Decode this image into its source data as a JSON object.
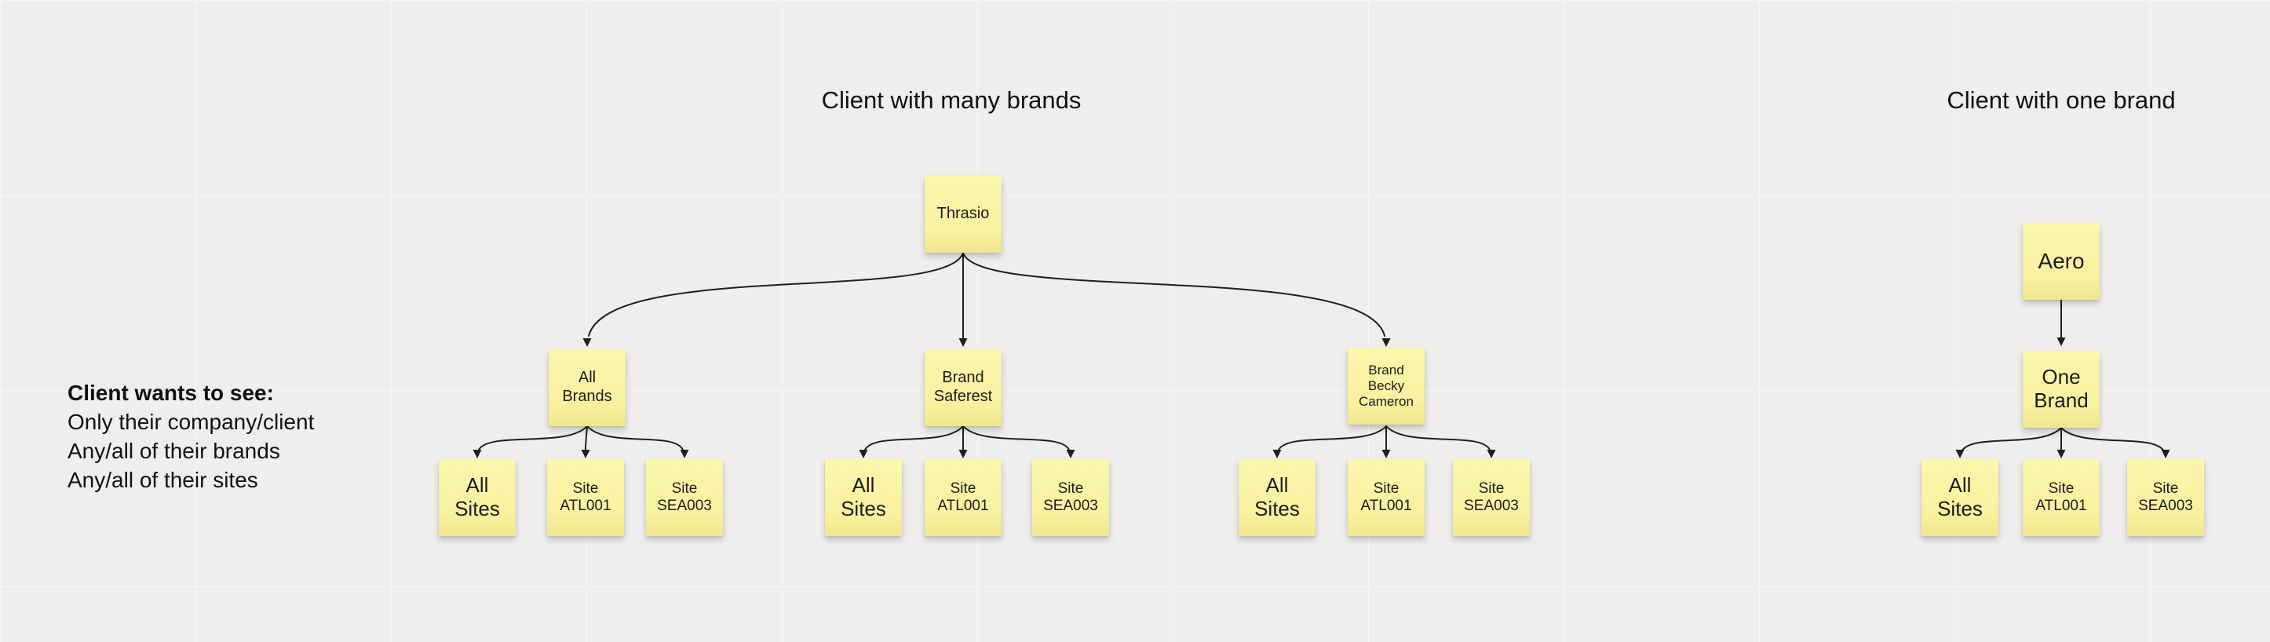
{
  "titles": {
    "many_brands": "Client with many brands",
    "one_brand": "Client with one brand"
  },
  "legend": {
    "heading": "Client wants to see:",
    "lines": [
      "Only their company/client",
      "Any/all of their brands",
      "Any/all of their sites"
    ]
  },
  "stickies": {
    "thrasio": "Thrasio",
    "all_brands": "All\nBrands",
    "brand_saferest": "Brand\nSaferest",
    "brand_becky_cameron": "Brand\nBecky\nCameron",
    "all_sites": "All\nSites",
    "site_atl001": "Site\nATL001",
    "site_sea003": "Site\nSEA003",
    "aero": "Aero",
    "one_brand": "One\nBrand"
  },
  "colors": {
    "sticky_note": "#f8f1a0",
    "canvas_background": "#efeeec",
    "connector_ink": "#1f1f1f"
  }
}
